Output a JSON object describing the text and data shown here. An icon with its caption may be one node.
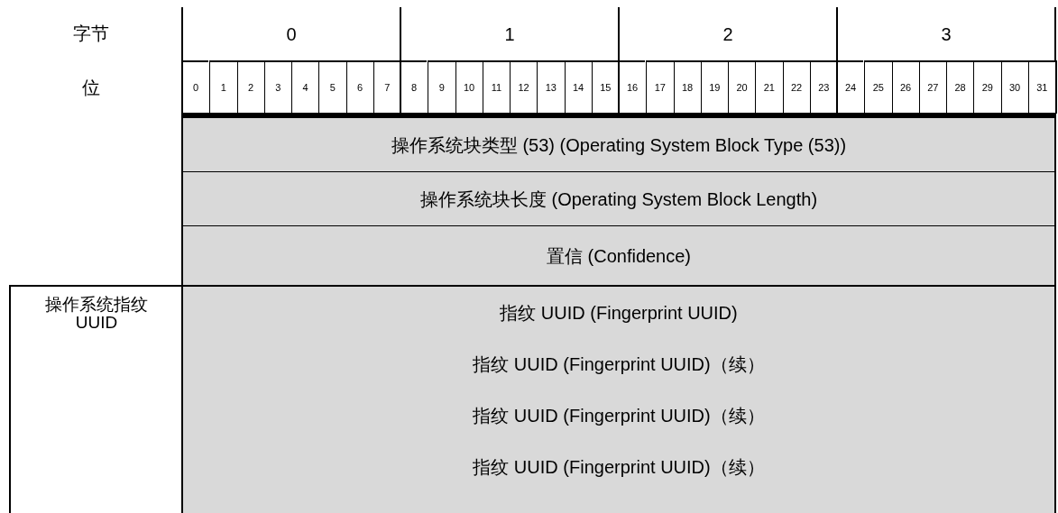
{
  "diagram": {
    "nodes": [
      {
        "text": [
          "操作系统块类型 (53) (Operating System Block Type (53))"
        ]
      },
      {
        "text": [
          "操作系统块长度 (Operating System Block Length)"
        ]
      },
      {
        "text": [
          "置信 (Confidence)"
        ]
      },
      {
        "text": [
          "操作系统指纹 UUID"
        ]
      },
      {
        "text": [
          "指纹 UUID (Fingerprint UUID)",
          "指纹 UUID (Fingerprint UUID)（续）",
          "指纹 UUID (Fingerprint UUID)（续）",
          "指纹 UUID (Fingerprint UUID)（续）"
        ]
      }
    ],
    "labels": [
      "字节",
      "0",
      "1",
      "2",
      "3",
      "位",
      "0",
      "1",
      "2",
      "3",
      "4",
      "5",
      "6",
      "7",
      "8",
      "9",
      "10",
      "11",
      "12",
      "13",
      "14",
      "15",
      "16",
      "17",
      "18",
      "19",
      "20",
      "21",
      "22",
      "23",
      "24",
      "25",
      "26",
      "27",
      "28",
      "29",
      "30",
      "31"
    ]
  }
}
